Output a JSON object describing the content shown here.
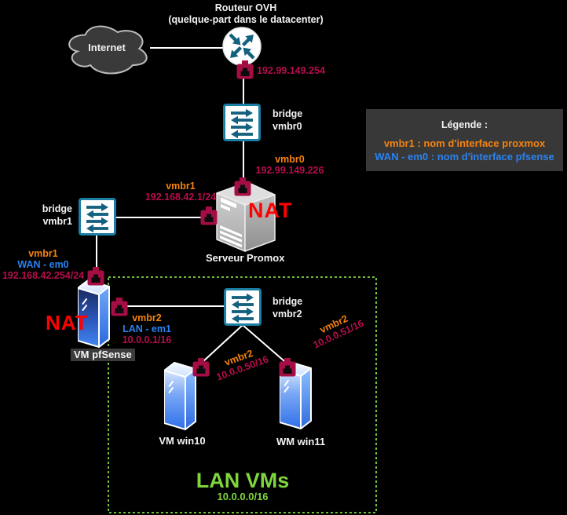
{
  "colors": {
    "background": "#000000",
    "orange_iface": "#f5830f",
    "blue_iface": "#2b82f0",
    "crimson_ip": "#b60d4e",
    "port_icon": "#a50d45",
    "nat_red": "#ff0000",
    "lan_green": "#7ed63c",
    "arrow_teal": "#13607f",
    "legend_bg": "#383838"
  },
  "title": {
    "line1": "Routeur OVH",
    "line2": "(quelque-part dans le datacenter)"
  },
  "internet": {
    "label": "Internet"
  },
  "router": {
    "ip": "192.99.149.254"
  },
  "bridge_vmbr0": {
    "name_line1": "bridge",
    "name_line2": "vmbr0",
    "iface": "vmbr0",
    "ip": "192.99.149.226"
  },
  "bridge_vmbr1": {
    "name_line1": "bridge",
    "name_line2": "vmbr1",
    "iface": "vmbr1",
    "ip": "192.168.42.1/24"
  },
  "bridge_vmbr2": {
    "name_line1": "bridge",
    "name_line2": "vmbr2"
  },
  "proxmox": {
    "name": "Serveur Promox",
    "nat": "NAT"
  },
  "pfsense": {
    "name": "VM pfSense",
    "nat": "NAT",
    "wan_iface": "vmbr1",
    "wan_name": "WAN - em0",
    "wan_ip": "192.168.42.254/24",
    "lan_iface": "vmbr2",
    "lan_name": "LAN - em1",
    "lan_ip": "10.0.0.1/16"
  },
  "win10": {
    "name": "VM win10",
    "iface": "vmbr2",
    "ip": "10.0.0.50/16"
  },
  "win11": {
    "name": "WM win11",
    "iface": "vmbr2",
    "ip": "10.0.0.51/16"
  },
  "lan_zone": {
    "title": "LAN VMs",
    "subnet": "10.0.0.0/16"
  },
  "legend": {
    "title": "Légende :",
    "item_proxmox": "vmbr1 : nom d'interface proxmox",
    "item_pfsense": "WAN - em0 : nom d'interface pfsense"
  }
}
